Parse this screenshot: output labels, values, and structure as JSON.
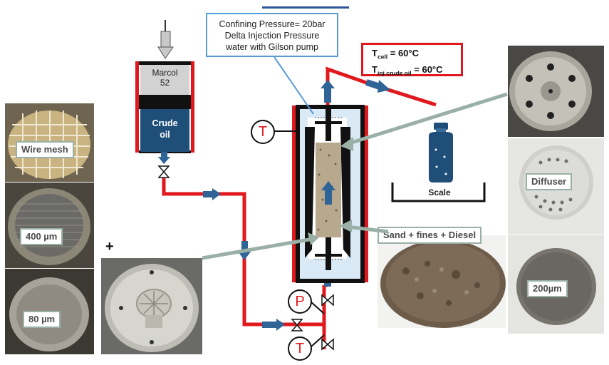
{
  "callout": {
    "line1": "Confining Pressure= 20bar",
    "line2": "Delta Injection Pressure",
    "line3": "water with Gilson pump"
  },
  "temperatures": {
    "cell_symbol": "T",
    "cell_sub": "cell",
    "cell_value": " = 60°C",
    "inj_symbol": "T",
    "inj_sub": "inj crude oil",
    "inj_value": " = 60°C"
  },
  "reservoir": {
    "top_line1": "Marcol",
    "top_line2": "52",
    "bottom_line1": "Crude",
    "bottom_line2": "oil"
  },
  "sensors": {
    "temperature_cell": "T",
    "pressure": "P",
    "temperature_inlet": "T"
  },
  "labels": {
    "wire_mesh": "Wire mesh",
    "mesh_400": "400 µm",
    "mesh_80": "80 µm",
    "plus": "+",
    "diffuser": "Diffuser",
    "mesh_200": "200µm",
    "sand": "Sand + fines + Diesel",
    "scale": "Scale"
  },
  "colors": {
    "pipe": "#e0191e",
    "arrow": "#2f6496",
    "crude": "#1f4e79",
    "callout_border": "#5b9bd5",
    "label_border": "#9ab0a6"
  }
}
